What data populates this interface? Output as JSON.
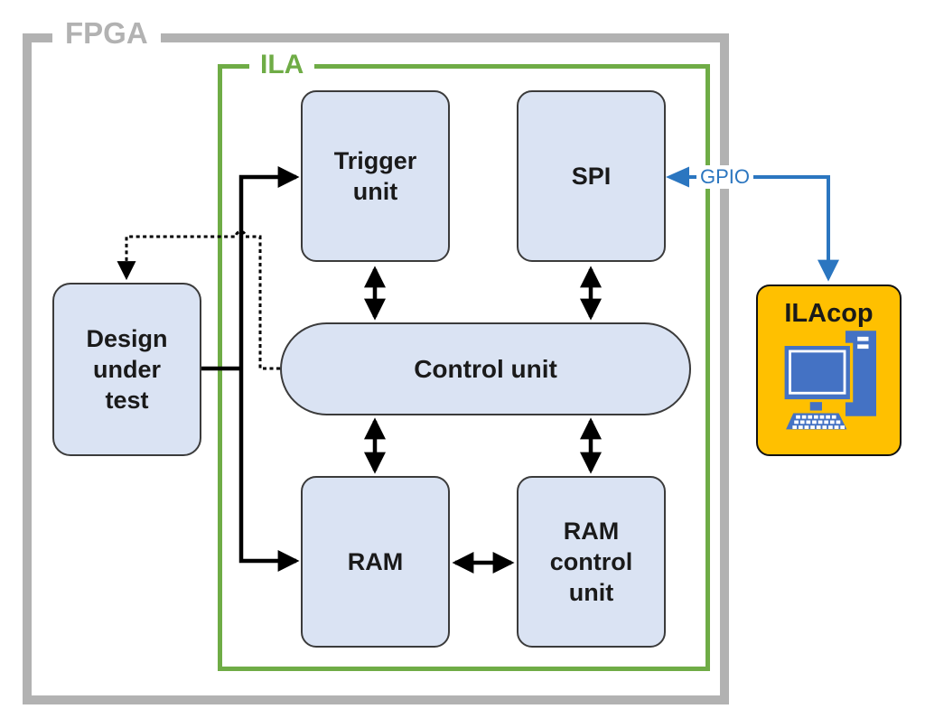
{
  "diagram": {
    "frames": {
      "fpga": {
        "label": "FPGA",
        "color": "#b2b2b2"
      },
      "ila": {
        "label": "ILA",
        "color": "#6FAC46"
      }
    },
    "blocks": {
      "trigger_unit": {
        "lines": [
          "Trigger",
          "unit"
        ]
      },
      "spi": {
        "lines": [
          "SPI"
        ]
      },
      "control_unit": {
        "lines": [
          "Control unit"
        ]
      },
      "ram": {
        "lines": [
          "RAM"
        ]
      },
      "ram_control_unit": {
        "lines": [
          "RAM",
          "control",
          "unit"
        ]
      },
      "design_under_test": {
        "lines": [
          "Design",
          "under",
          "test"
        ]
      },
      "ilacop": {
        "label": "ILAcop",
        "fill": "#FFC000",
        "icon": "computer-icon",
        "icon_color": "#4472C4"
      }
    },
    "connections": {
      "gpio": {
        "label": "GPIO",
        "color": "#2B76C0"
      }
    },
    "colors": {
      "block_fill": "#DAE3F3",
      "block_border": "#3B3B3B",
      "arrow": "#000000",
      "background": "#ffffff"
    }
  }
}
